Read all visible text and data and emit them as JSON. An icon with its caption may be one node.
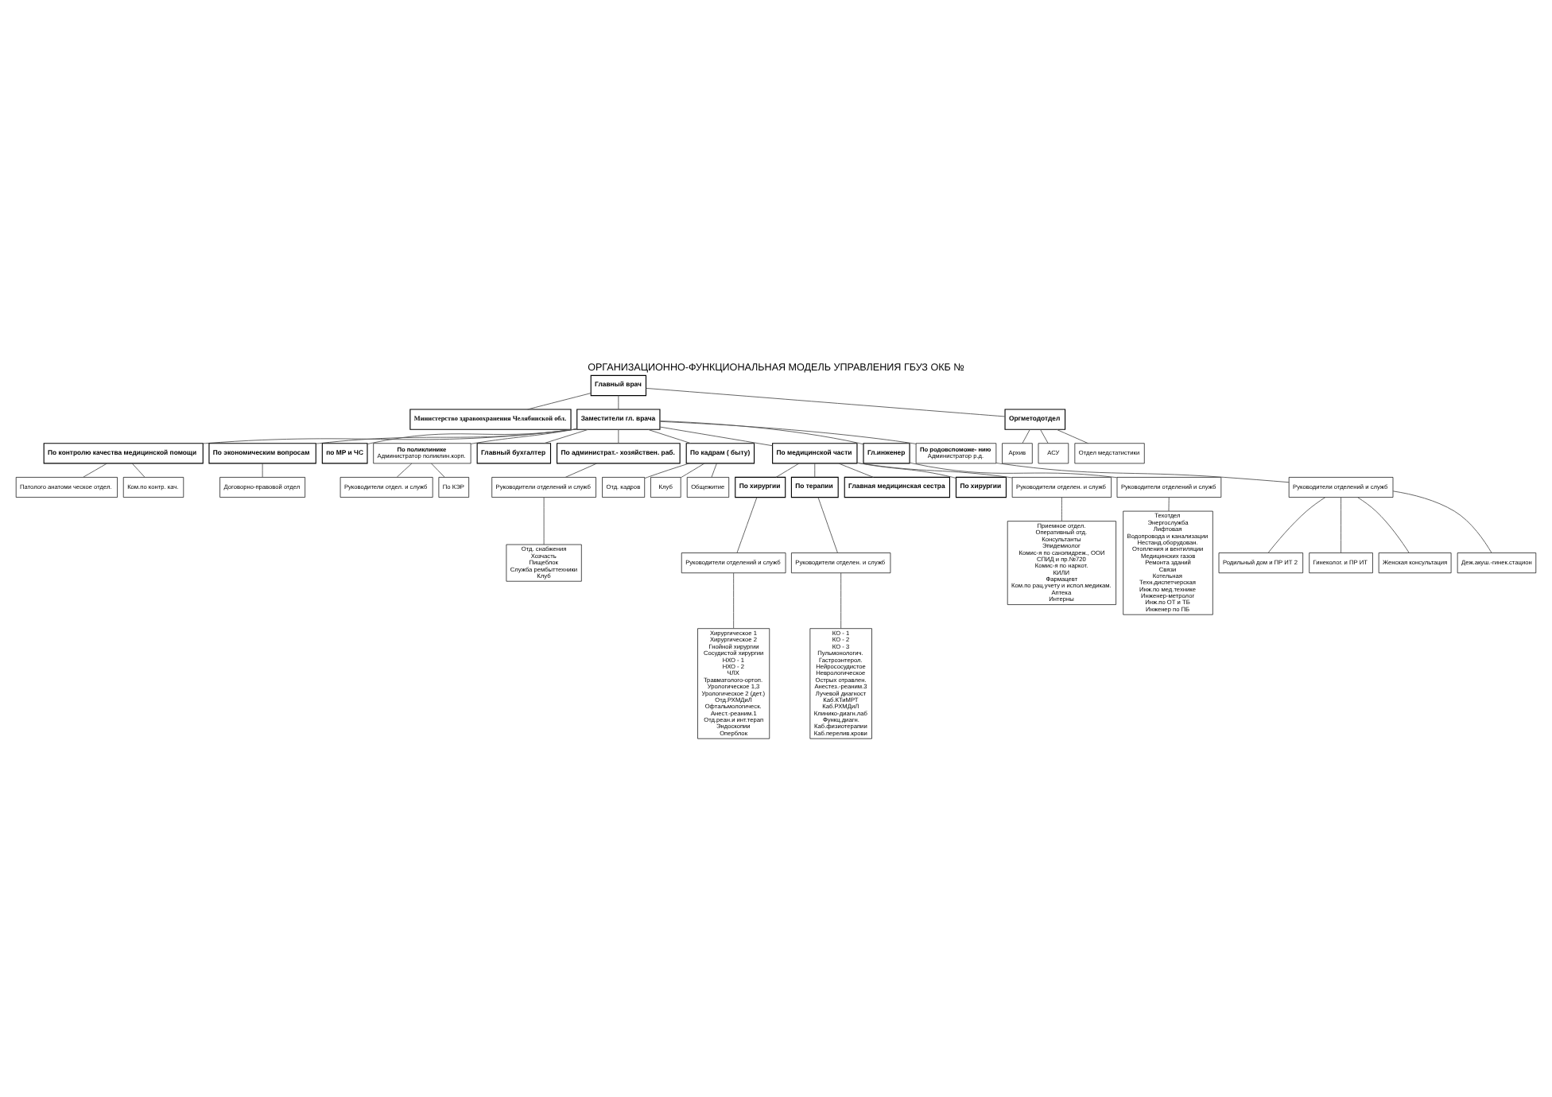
{
  "diagram": {
    "title": "ОРГАНИЗАЦИОННО-ФУНКЦИОНАЛЬНАЯ МОДЕЛЬ УПРАВЛЕНИЯ ГБУЗ ОКБ №",
    "nodes": [
      {
        "text": [
          "Главный врач"
        ]
      },
      {
        "text": [
          "Министерство здравоохранения Челябинской обл."
        ]
      },
      {
        "text": [
          "По контролю качества медицинской помощи"
        ]
      },
      {
        "text": [
          "Заместители гл. врача"
        ]
      },
      {
        "text": [
          "По экономическим вопросам"
        ]
      },
      {
        "text": [
          "Патолого анатоми ческое отдел."
        ]
      },
      {
        "text": [
          "Ком.по контр. кач."
        ]
      },
      {
        "text": [
          "по МР и ЧС"
        ]
      },
      {
        "text": [
          "Договорно-правовой отдел"
        ]
      },
      {
        "text": [
          "По поликлинике",
          "Администратор поликлин.корп."
        ]
      },
      {
        "text": [
          "Оргметодотдел"
        ]
      },
      {
        "text": [
          "Главный бухгалтер"
        ]
      },
      {
        "text": [
          "Архив"
        ]
      },
      {
        "text": [
          "АСУ"
        ]
      },
      {
        "text": [
          "Отдел медстатистики"
        ]
      },
      {
        "text": [
          "Руководители отдел. и служб"
        ]
      },
      {
        "text": [
          "По КЭР"
        ]
      },
      {
        "text": [
          "По администрат.- хозяйствен. раб."
        ]
      },
      {
        "text": [
          "Отд. кадров"
        ]
      },
      {
        "text": [
          "По кадрам ( быту)"
        ]
      },
      {
        "text": [
          "Руководители отделений и служб"
        ]
      },
      {
        "text": [
          "Отд. снабжения",
          "Хозчасть",
          "Пищеблок",
          "Служба рембыттехники",
          "Клуб"
        ]
      },
      {
        "text": [
          "Клуб"
        ]
      },
      {
        "text": [
          "Общежитие"
        ]
      },
      {
        "text": [
          "По медицинской части"
        ]
      },
      {
        "text": [
          "Гл.инженер"
        ]
      },
      {
        "text": [
          "По родовспоможе- нию",
          "Администратор р.д."
        ]
      },
      {
        "text": [
          "По хирургии"
        ]
      },
      {
        "text": [
          "По терапии"
        ]
      },
      {
        "text": [
          "Главная медицинская сестра"
        ]
      },
      {
        "text": [
          "Руководители отделений и служб"
        ]
      },
      {
        "text": [
          "Руководители отделений и служб"
        ]
      },
      {
        "text": [
          "Руководители отделений и служб"
        ]
      },
      {
        "text": [
          "Руководители отделен. и служб"
        ]
      },
      {
        "text": [
          "По хирургии"
        ]
      },
      {
        "text": [
          "Руководители отделен. и служб"
        ]
      },
      {
        "text": [
          "Техотдел",
          "Энергослужба",
          "Лифтовая",
          "Водопровода и канализации",
          "Нестанд.оборудован.",
          "Отопления и вентиляции",
          "Медицинских газов",
          "Ремонта зданий",
          "Связи",
          "Котельная",
          "Техн.диспетчерская",
          "Инж.по мед.технике",
          "Инженер-метролог",
          "Инж.по ОТ и ТБ",
          "Инженер по ПБ"
        ]
      },
      {
        "text": [
          "Родильный дом и ПР ИТ 2"
        ]
      },
      {
        "text": [
          "Гинеколог. и ПР ИТ"
        ]
      },
      {
        "text": [
          "Женская консультация"
        ]
      },
      {
        "text": [
          "Деж.акуш.-гинек.стацион"
        ]
      },
      {
        "text": [
          "Хирургическое 1",
          "Хирургическое 2",
          "Гнойной хирургии",
          "Сосудистой хирургии",
          "НХО - 1",
          "НХО - 2",
          "ЧЛХ",
          "Травматолого-ортоп.",
          "Урологическое 1,3",
          "Урологическое 2 (дет.)",
          "Отд.РХМДиЛ",
          "Офтальмологическ.",
          "Анест.-реаним.1",
          "Отд.реан.и инт.терап",
          "Эндоскопии",
          "Оперблок"
        ]
      },
      {
        "text": [
          "КО - 1",
          "КО - 2",
          "КО - 3",
          "Пульмонологич.",
          "Гастроэнтерол.",
          "Нейрососудистое",
          "Неврологическое",
          "Острых отравлен.",
          "Анестез.-реаним.3",
          "Лучевой диагност",
          "Каб.КТиМРТ",
          "Каб.РХМДиЛ",
          "Клинико-диагн.лаб",
          "Функц.диагн.",
          "Каб.физиотерапии",
          "Каб.перелив.крови"
        ]
      },
      {
        "text": [
          "Приемное отдел.",
          "Оперативный отд.",
          "Консультанты",
          "Эпидемиолог",
          "Комис-я по санэпидреж., ООИ",
          "СПИД и пр.№720",
          "Комис-я по наркот.",
          "КИЛИ",
          "Фармацевт",
          "Ком.по рац.учету и испол.медикам.",
          "Аптека",
          "Интерны"
        ]
      }
    ],
    "edges": [
      {
        "from": 0,
        "to": 1,
        "arrow": "none"
      },
      {
        "from": 0,
        "to": 3,
        "arrow": "none"
      },
      {
        "from": 0,
        "to": 10,
        "arrow": "none"
      },
      {
        "from": 3,
        "to": 2,
        "arrow": "none"
      },
      {
        "from": 3,
        "to": 4,
        "arrow": "none"
      },
      {
        "from": 3,
        "to": 7,
        "arrow": "none"
      },
      {
        "from": 2,
        "to": 5,
        "arrow": "none"
      },
      {
        "from": 2,
        "to": 6,
        "arrow": "none"
      },
      {
        "from": 4,
        "to": 8,
        "arrow": "none"
      },
      {
        "from": 3,
        "to": 9,
        "arrow": "none"
      },
      {
        "from": 3,
        "to": 11,
        "arrow": "none"
      },
      {
        "from": 3,
        "to": 17,
        "arrow": "none"
      },
      {
        "from": 3,
        "to": 19,
        "arrow": "none"
      },
      {
        "from": 3,
        "to": 24,
        "arrow": "none"
      },
      {
        "from": 3,
        "to": 25,
        "arrow": "none"
      },
      {
        "from": 3,
        "to": 26,
        "arrow": "none"
      },
      {
        "from": 9,
        "to": 15,
        "arrow": "none"
      },
      {
        "from": 9,
        "to": 16,
        "arrow": "none"
      },
      {
        "from": 10,
        "to": 12,
        "arrow": "none"
      },
      {
        "from": 10,
        "to": 13,
        "arrow": "none"
      },
      {
        "from": 10,
        "to": 14,
        "arrow": "none"
      },
      {
        "from": 17,
        "to": 20,
        "arrow": "none"
      },
      {
        "from": 20,
        "to": 21,
        "arrow": "none"
      },
      {
        "from": 19,
        "to": 18,
        "arrow": "none"
      },
      {
        "from": 19,
        "to": 22,
        "arrow": "none"
      },
      {
        "from": 19,
        "to": 23,
        "arrow": "none"
      },
      {
        "from": 24,
        "to": 27,
        "arrow": "none"
      },
      {
        "from": 24,
        "to": 28,
        "arrow": "none"
      },
      {
        "from": 24,
        "to": 29,
        "arrow": "none"
      },
      {
        "from": 24,
        "to": 34,
        "arrow": "none"
      },
      {
        "from": 24,
        "to": 35,
        "arrow": "none"
      },
      {
        "from": 25,
        "to": 30,
        "arrow": "none"
      },
      {
        "from": 30,
        "to": 36,
        "arrow": "none"
      },
      {
        "from": 26,
        "to": 31,
        "arrow": "none"
      },
      {
        "from": 31,
        "to": 37,
        "arrow": "none"
      },
      {
        "from": 31,
        "to": 38,
        "arrow": "none"
      },
      {
        "from": 31,
        "to": 39,
        "arrow": "none"
      },
      {
        "from": 31,
        "to": 40,
        "arrow": "none"
      },
      {
        "from": 27,
        "to": 32,
        "arrow": "none"
      },
      {
        "from": 32,
        "to": 41,
        "arrow": "none"
      },
      {
        "from": 28,
        "to": 33,
        "arrow": "none"
      },
      {
        "from": 33,
        "to": 42,
        "arrow": "none"
      },
      {
        "from": 35,
        "to": 43,
        "arrow": "none"
      }
    ]
  }
}
